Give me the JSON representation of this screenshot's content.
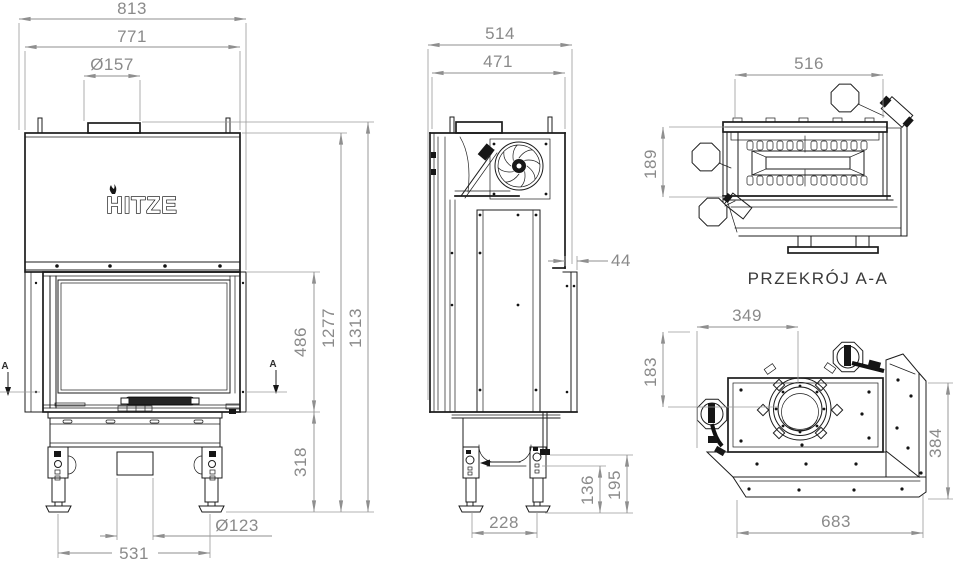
{
  "background": "#ffffff",
  "brand_logo": "HITZE",
  "section_label": {
    "title": "PRZEKRÓJ A-A",
    "marker": "A"
  },
  "dimensions": {
    "front": {
      "overall_width": "813",
      "body_width": "771",
      "flue_collar_diameter": "Ø157",
      "glass_height": "486",
      "base_height": "318",
      "body_height": "1277",
      "overall_height": "1313",
      "outlet_diameter": "Ø123",
      "feet_span": "531"
    },
    "side": {
      "overall_depth": "514",
      "body_depth": "471",
      "rear_offset": "44",
      "feet_span": "228",
      "base_inner_height": "136",
      "base_height": "195"
    },
    "section_aa": {
      "width": "516",
      "depth": "189"
    },
    "top": {
      "flue_offset_x": "349",
      "flue_offset_y": "183",
      "depth": "384",
      "width": "683"
    }
  },
  "colors": {
    "line": "#1c1c1c",
    "dimension": "#8f8f8f"
  }
}
